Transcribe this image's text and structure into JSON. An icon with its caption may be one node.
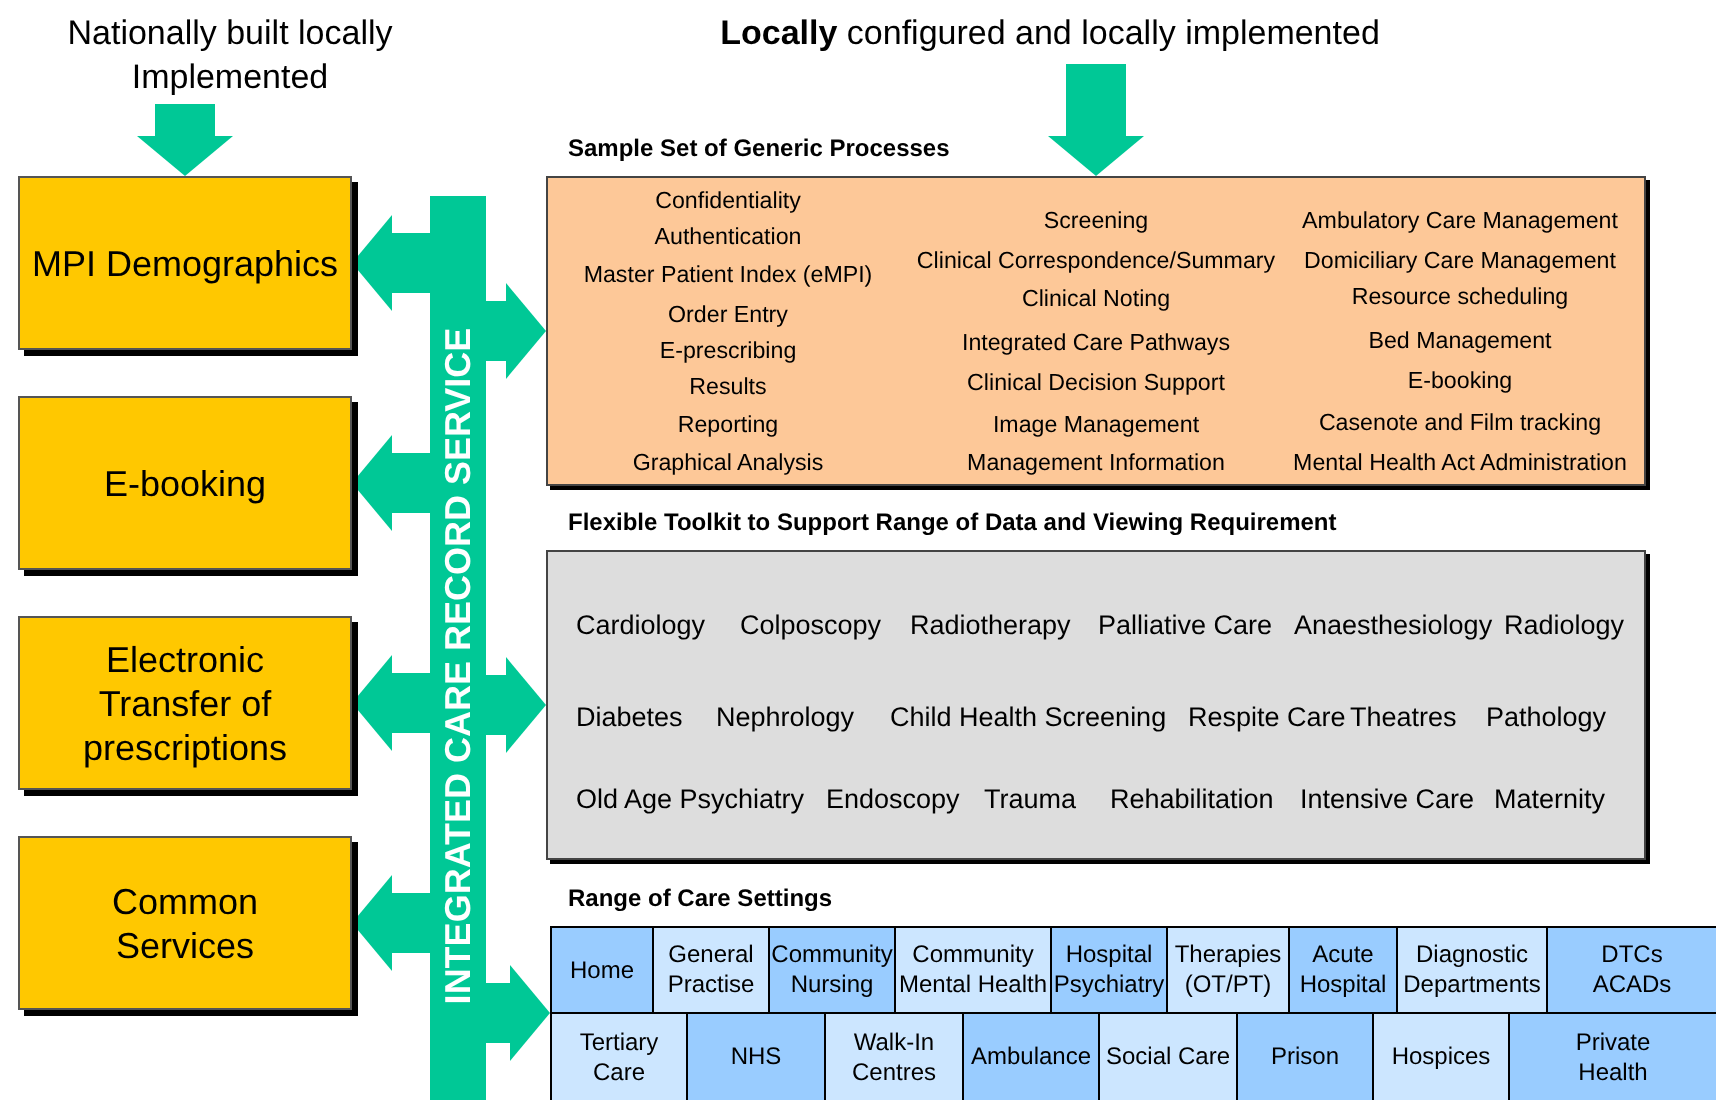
{
  "diagram": {
    "nodes": [
      {
        "text": [
          "Nationally built locally Implemented"
        ]
      },
      {
        "text": [
          "**Locally** configured and locally implemented"
        ]
      },
      {
        "text": [
          "MPI Demographics"
        ]
      },
      {
        "text": [
          "E-booking"
        ]
      },
      {
        "text": [
          "Electronic Transfer of prescriptions"
        ]
      },
      {
        "text": [
          "Common Services"
        ]
      },
      {
        "text": [
          "INTEGRATED CARE RECORD SERVICE"
        ]
      },
      {
        "text": [
          "Sample Set of Generic Processes",
          "Confidentiality",
          "Authentication",
          "Master Patient Index (eMPI)",
          "Order Entry",
          "E-prescribing",
          "Results",
          "Reporting",
          "Graphical Analysis",
          "Screening",
          "Clinical Correspondence/Summary",
          "Clinical Noting",
          "Integrated Care Pathways",
          "Clinical Decision Support",
          "Image Management",
          "Management Information",
          "Ambulatory Care Management",
          "Domiciliary Care Management",
          "Resource scheduling",
          "Bed Management",
          "E-booking",
          "Casenote and Film tracking",
          "Mental Health Act Administration"
        ]
      },
      {
        "text": [
          "Flexible Toolkit to Support Range of Data and Viewing Requirement",
          "Cardiology",
          "Colposcopy",
          "Radiotherapy",
          "Palliative Care",
          "Anaesthesiology",
          "Radiology",
          "Diabetes",
          "Nephrology",
          "Child Health Screening",
          "Respite Care",
          "Theatres",
          "Pathology",
          "Old Age Psychiatry",
          "Endoscopy",
          "Trauma",
          "Rehabilitation",
          "Intensive Care",
          "Maternity"
        ]
      },
      {
        "text": [
          "Range of Care Settings"
        ]
      },
      {
        "text": [
          "Home"
        ],
        "in": 9
      },
      {
        "text": [
          "General Practise"
        ],
        "in": 9
      },
      {
        "text": [
          "Community Nursing"
        ],
        "in": 9
      },
      {
        "text": [
          "Community Mental Health"
        ],
        "in": 9
      },
      {
        "text": [
          "Hospital Psychiatry"
        ],
        "in": 9
      },
      {
        "text": [
          "Therapies (OT/PT)"
        ],
        "in": 9
      },
      {
        "text": [
          "Acute Hospital"
        ],
        "in": 9
      },
      {
        "text": [
          "Diagnostic Departments"
        ],
        "in": 9
      },
      {
        "text": [
          "DTCs ACADs"
        ],
        "in": 9
      },
      {
        "text": [
          "Tertiary Care"
        ],
        "in": 9
      },
      {
        "text": [
          "NHS"
        ],
        "in": 9
      },
      {
        "text": [
          "Walk-In Centres"
        ],
        "in": 9
      },
      {
        "text": [
          "Ambulance"
        ],
        "in": 9
      },
      {
        "text": [
          "Social Care"
        ],
        "in": 9
      },
      {
        "text": [
          "Prison"
        ],
        "in": 9
      },
      {
        "text": [
          "Hospices"
        ],
        "in": 9
      },
      {
        "text": [
          "Private Health"
        ],
        "in": 9
      }
    ],
    "edges": [
      {
        "from": 0,
        "to": 2,
        "arrow": "to"
      },
      {
        "from": 1,
        "to": 7,
        "arrow": "to"
      },
      {
        "from": 6,
        "to": 2,
        "arrow": "to"
      },
      {
        "from": 6,
        "to": 7,
        "arrow": "to"
      },
      {
        "from": 6,
        "to": 3,
        "arrow": "to"
      },
      {
        "from": 6,
        "to": 4,
        "arrow": "to"
      },
      {
        "from": 6,
        "to": 8,
        "arrow": "to"
      },
      {
        "from": 6,
        "to": 5,
        "arrow": "to"
      },
      {
        "from": 6,
        "to": 9,
        "arrow": "to"
      }
    ]
  }
}
